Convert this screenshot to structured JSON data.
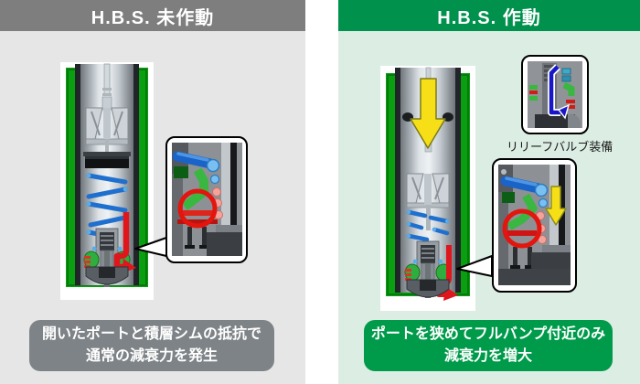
{
  "left_panel": {
    "header": "H.B.S. 未作動",
    "caption_line1": "開いたポートと積層シムの抵抗で",
    "caption_line2": "通常の減衰力を発生"
  },
  "right_panel": {
    "header": "H.B.S. 作動",
    "relief_valve_label": "リリーフバルブ装備",
    "caption_line1": "ポートを狭めてフルバンプ付近のみ",
    "caption_line2": "減衰力を増大"
  },
  "colors": {
    "left_header_bg": "#7e7e7e",
    "left_panel_bg": "#e6e6e6",
    "left_caption_bg": "#7e8387",
    "right_header_bg": "#00914d",
    "right_panel_bg": "#dceee4",
    "right_caption_bg": "#009b4a",
    "flow_arrow_red": "#e0161d",
    "compression_arrow_yellow": "#f6df17",
    "relief_arrow_blue": "#1717c9",
    "port_green": "#39b740",
    "spring_blue": "#1e6fce",
    "highlight_ring_red": "#e3150e"
  }
}
